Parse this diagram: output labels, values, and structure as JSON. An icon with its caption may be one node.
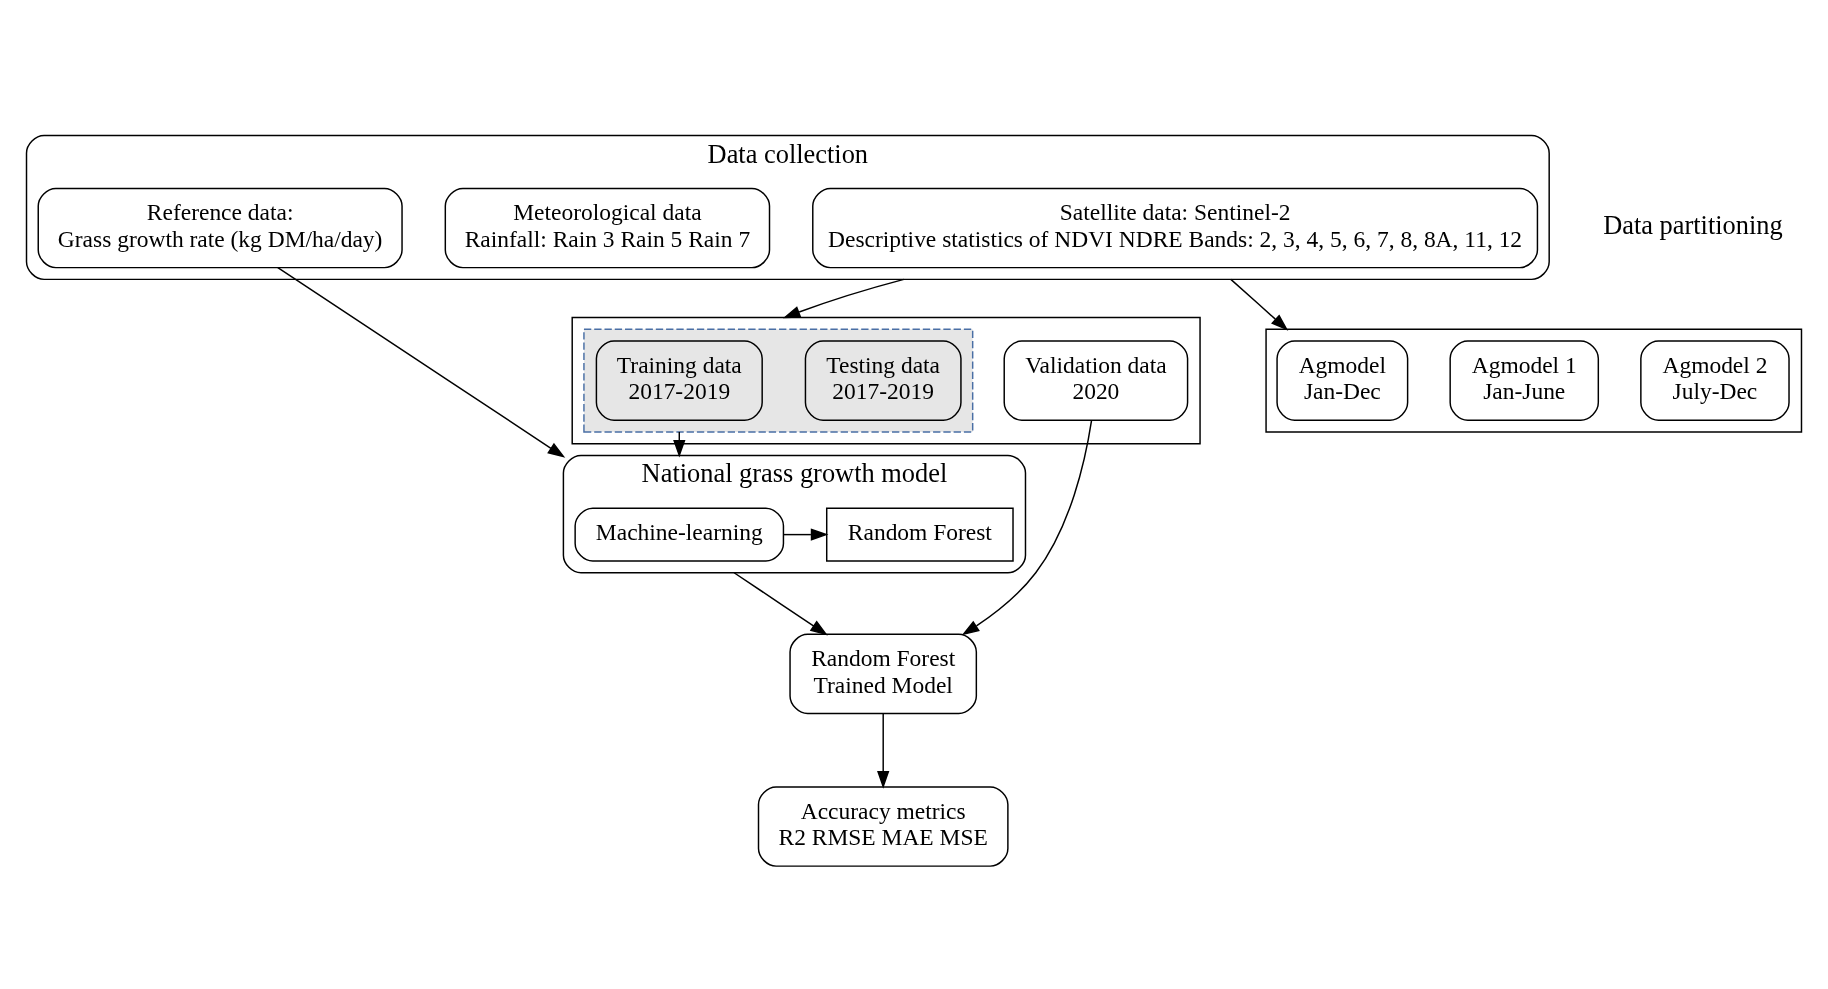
{
  "diagram": {
    "nodes": [
      {
        "text": [
          "Data collection"
        ]
      },
      {
        "text": [
          "Satellite data: Sentinel-2",
          "Descriptive statistics of NDVI NDRE Bands: 2, 3, 4, 5, 6, 7, 8, 8A, 11, 12"
        ],
        "in": 0
      },
      {
        "text": [
          "Meteorological data",
          "Rainfall: Rain 3 Rain 5 Rain 7"
        ],
        "in": 0
      },
      {
        "text": [
          "Reference data:",
          "Grass growth rate (kg DM/ha/day)"
        ],
        "in": 0
      },
      {
        "text": [],
        "shape": "box"
      },
      {
        "text": [
          "Agmodel",
          "Jan-Dec"
        ],
        "in": 4
      },
      {
        "text": [
          "Agmodel 1",
          "Jan-June"
        ],
        "in": 4
      },
      {
        "text": [
          "Agmodel 2",
          "July-Dec"
        ],
        "in": 4
      },
      {
        "text": [],
        "shape": "box"
      },
      {
        "text": [],
        "shape": "box",
        "in": 8
      },
      {
        "text": [
          "Training data",
          "2017-2019"
        ],
        "in": 9
      },
      {
        "text": [
          "Testing data",
          "2017-2019"
        ],
        "in": 9
      },
      {
        "text": [
          "Validation data",
          "2020"
        ],
        "in": 8
      },
      {
        "text": [
          "National grass growth model"
        ]
      },
      {
        "text": [
          "Machine-learning"
        ],
        "in": 13
      },
      {
        "text": [
          "Random Forest"
        ],
        "in": 13
      },
      {
        "text": [
          "Random Forest",
          "Trained Model"
        ]
      },
      {
        "text": [
          "Accuracy metrics",
          "R2 RMSE MAE MSE"
        ]
      }
    ],
    "edges": [
      {
        "from": 0,
        "to": 4,
        "arrow": "to"
      },
      {
        "from": 0,
        "to": 8,
        "arrow": "to"
      },
      {
        "from": 3,
        "to": 13,
        "arrow": "to"
      },
      {
        "from": 9,
        "to": 13,
        "arrow": "to"
      },
      {
        "from": 12,
        "to": 16,
        "arrow": "to"
      },
      {
        "from": 14,
        "to": 15,
        "arrow": "to"
      },
      {
        "from": 13,
        "to": 16,
        "arrow": "to"
      },
      {
        "from": 16,
        "to": 17,
        "arrow": "to"
      }
    ],
    "labels": [
      "Data partitioning"
    ]
  }
}
